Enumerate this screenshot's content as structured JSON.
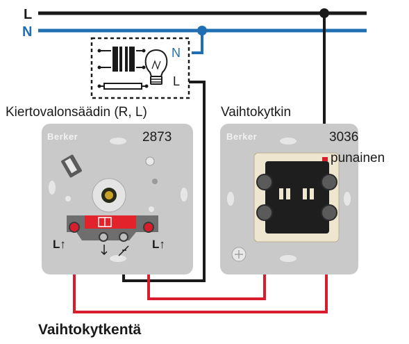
{
  "rails": {
    "line_label": "L",
    "neutral_label": "N"
  },
  "load": {
    "n_terminal": "N",
    "l_terminal": "L"
  },
  "dimmer": {
    "title": "Kiertovalonsäädin (R, L)",
    "brand": "Berker",
    "model": "2873",
    "left_terminal": "L↑",
    "right_terminal": "L↑"
  },
  "switch": {
    "title": "Vaihtokytkin",
    "brand": "Berker",
    "model": "3036",
    "terminal_note": "punainen"
  },
  "footer": {
    "circuit_label": "Vaihtokytkentä"
  },
  "colors": {
    "line_wire": "#1a1a1a",
    "neutral_wire": "#1f6fb2",
    "traveler_wire": "#d81e2c",
    "plate": "#c9c9c9",
    "terminal_bar": "#e3232c"
  }
}
